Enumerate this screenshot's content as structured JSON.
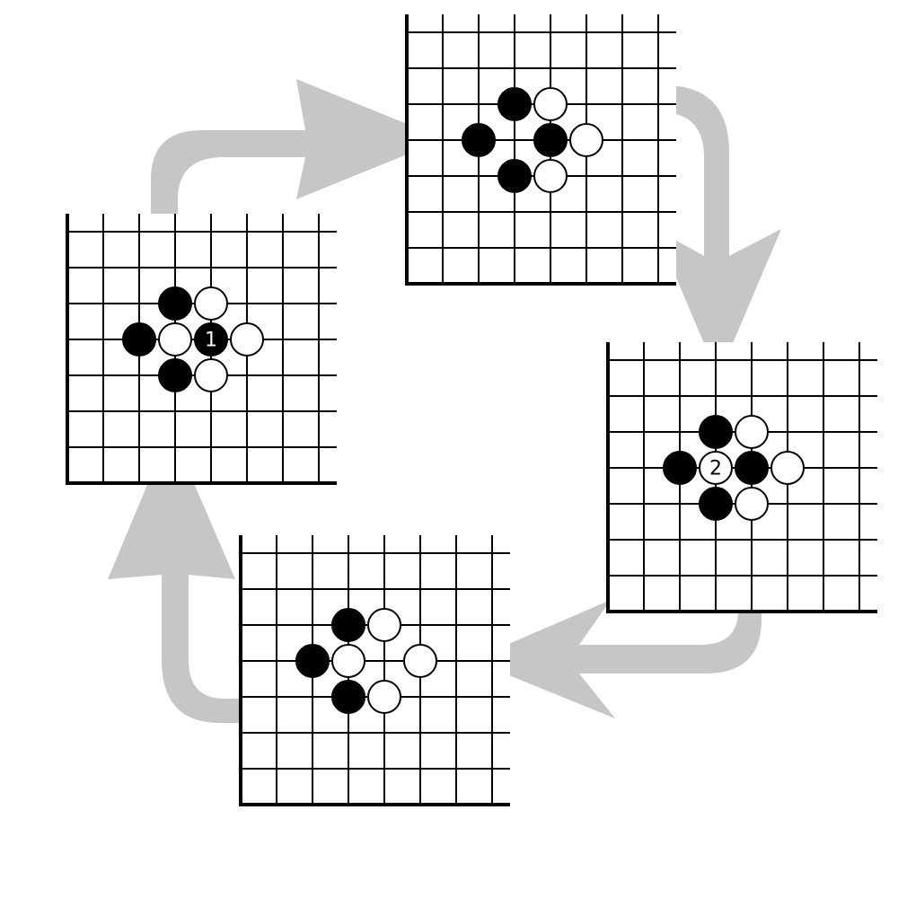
{
  "diagram": {
    "kind": "go-ko-cycle",
    "arrow_color": "#c6c6c6",
    "board_line_color": "#000000",
    "panels": [
      {
        "id": "panel-1",
        "stones": [
          {
            "col": 3,
            "row": 2,
            "color": "black"
          },
          {
            "col": 4,
            "row": 2,
            "color": "white"
          },
          {
            "col": 2,
            "row": 3,
            "color": "black"
          },
          {
            "col": 3,
            "row": 3,
            "color": "white"
          },
          {
            "col": 4,
            "row": 3,
            "color": "black",
            "label": "1"
          },
          {
            "col": 5,
            "row": 3,
            "color": "white"
          },
          {
            "col": 3,
            "row": 4,
            "color": "black"
          },
          {
            "col": 4,
            "row": 4,
            "color": "white"
          }
        ]
      },
      {
        "id": "panel-2",
        "stones": [
          {
            "col": 3,
            "row": 2,
            "color": "black"
          },
          {
            "col": 4,
            "row": 2,
            "color": "white"
          },
          {
            "col": 2,
            "row": 3,
            "color": "black"
          },
          {
            "col": 4,
            "row": 3,
            "color": "black"
          },
          {
            "col": 5,
            "row": 3,
            "color": "white"
          },
          {
            "col": 3,
            "row": 4,
            "color": "black"
          },
          {
            "col": 4,
            "row": 4,
            "color": "white"
          }
        ]
      },
      {
        "id": "panel-3",
        "stones": [
          {
            "col": 3,
            "row": 2,
            "color": "black"
          },
          {
            "col": 4,
            "row": 2,
            "color": "white"
          },
          {
            "col": 2,
            "row": 3,
            "color": "black"
          },
          {
            "col": 3,
            "row": 3,
            "color": "white",
            "label": "2"
          },
          {
            "col": 4,
            "row": 3,
            "color": "black"
          },
          {
            "col": 5,
            "row": 3,
            "color": "white"
          },
          {
            "col": 3,
            "row": 4,
            "color": "black"
          },
          {
            "col": 4,
            "row": 4,
            "color": "white"
          }
        ]
      },
      {
        "id": "panel-4",
        "stones": [
          {
            "col": 3,
            "row": 2,
            "color": "black"
          },
          {
            "col": 4,
            "row": 2,
            "color": "white"
          },
          {
            "col": 2,
            "row": 3,
            "color": "black"
          },
          {
            "col": 3,
            "row": 3,
            "color": "white"
          },
          {
            "col": 5,
            "row": 3,
            "color": "white"
          },
          {
            "col": 3,
            "row": 4,
            "color": "black"
          },
          {
            "col": 4,
            "row": 4,
            "color": "white"
          }
        ]
      }
    ]
  }
}
